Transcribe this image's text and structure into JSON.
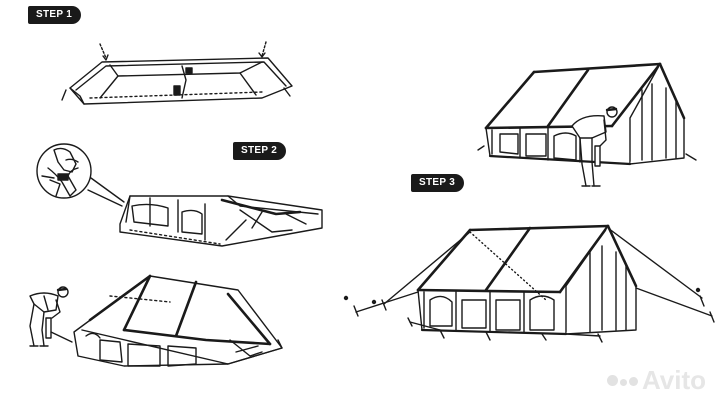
{
  "steps": {
    "step1": "STEP 1",
    "step2": "STEP 2",
    "step3": "STEP 3"
  },
  "watermark": {
    "text": "Avito"
  },
  "colors": {
    "ink": "#1a1a1a",
    "paper": "#ffffff",
    "watermark": "#e4e4e4"
  },
  "icons": [
    "arrow-down-icon"
  ]
}
